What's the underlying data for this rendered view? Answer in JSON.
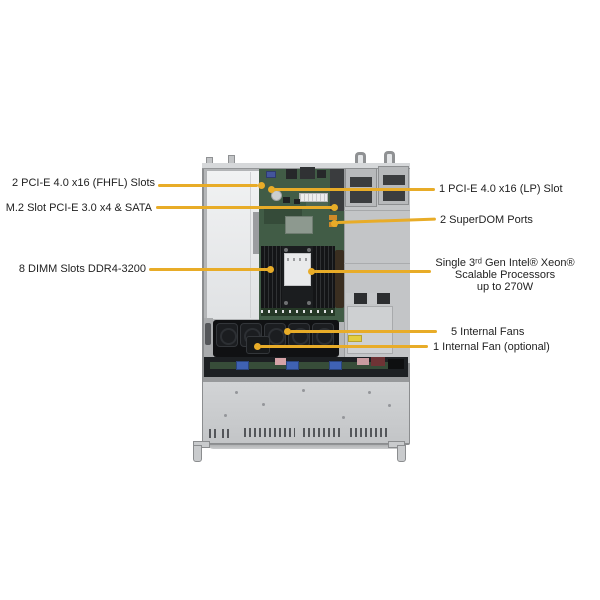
{
  "diagram": {
    "accent_color": "#E8AC28",
    "label_text_color": "#1F1F1F",
    "background_color": "#FFFFFF"
  },
  "callouts": {
    "pcie_fhfl": {
      "label": "2 PCI-E 4.0 x16 (FHFL) Slots"
    },
    "m2": {
      "label": "M.2 Slot PCI-E 3.0 x4 & SATA"
    },
    "dimm": {
      "label": "8 DIMM Slots DDR4-3200"
    },
    "pcie_lp": {
      "label": "1 PCI-E 4.0 x16 (LP) Slot"
    },
    "superdom": {
      "label": "2 SuperDOM Ports"
    },
    "cpu": {
      "lines": [
        "Single 3ʳᵈ Gen Intel® Xeon®",
        "Scalable Processors",
        "up to 270W"
      ]
    },
    "fans": {
      "label": "5 Internal Fans"
    },
    "fan_optional": {
      "label": "1 Internal Fan (optional)"
    }
  }
}
